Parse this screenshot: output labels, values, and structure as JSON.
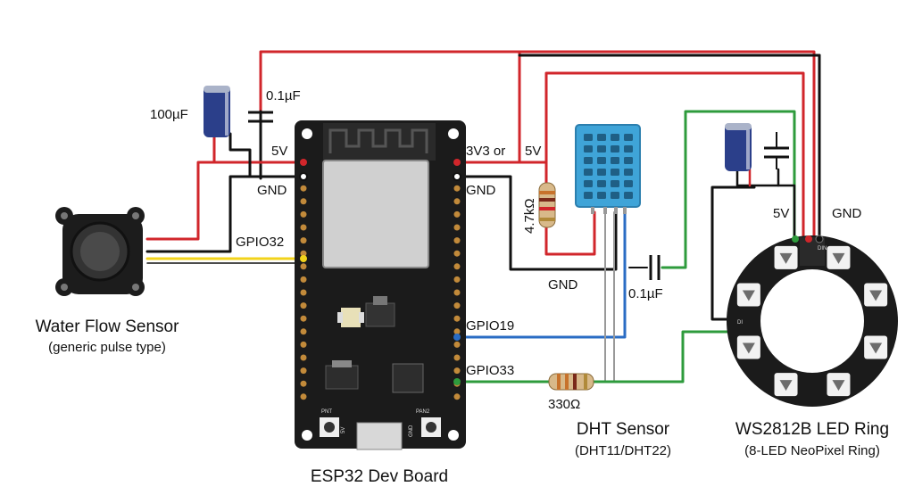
{
  "components": {
    "flow_sensor": {
      "title": "Water Flow Sensor",
      "subtitle": "(generic pulse type)"
    },
    "esp32": {
      "title": "ESP32 Dev Board",
      "btn_left": "PNT",
      "btn_right": "PAN2",
      "lbl_5v": "5V",
      "lbl_gnd": "GND"
    },
    "dht": {
      "title": "DHT Sensor",
      "subtitle": "(DHT11/DHT22)"
    },
    "ring": {
      "title": "WS2812B LED Ring",
      "subtitle": "(8-LED NeoPixel Ring)",
      "pin_di": "DI",
      "pin_in": "DIN"
    }
  },
  "labels": {
    "cap_100uf": "100µF",
    "cap_01uf_left": "0.1µF",
    "esp_5v": "5V",
    "esp_gnd": "GND",
    "esp_gpio32": "GPIO32",
    "esp_3v3": "3V3 or",
    "esp_5v_right": "5V",
    "esp_gnd_right": "GND",
    "res_47k": "4.7kΩ",
    "dht_gnd": "GND",
    "cap_01uf_mid": "0.1µF",
    "esp_gpio19": "GPIO19",
    "esp_gpio33": "GPIO33",
    "res_330": "330Ω",
    "ring_5v": "5V",
    "ring_gnd": "GND"
  },
  "colors": {
    "red": "#d1262b",
    "black": "#111111",
    "yellow": "#f2d31b",
    "blue": "#2a6cc4",
    "green": "#2e9b3c"
  }
}
